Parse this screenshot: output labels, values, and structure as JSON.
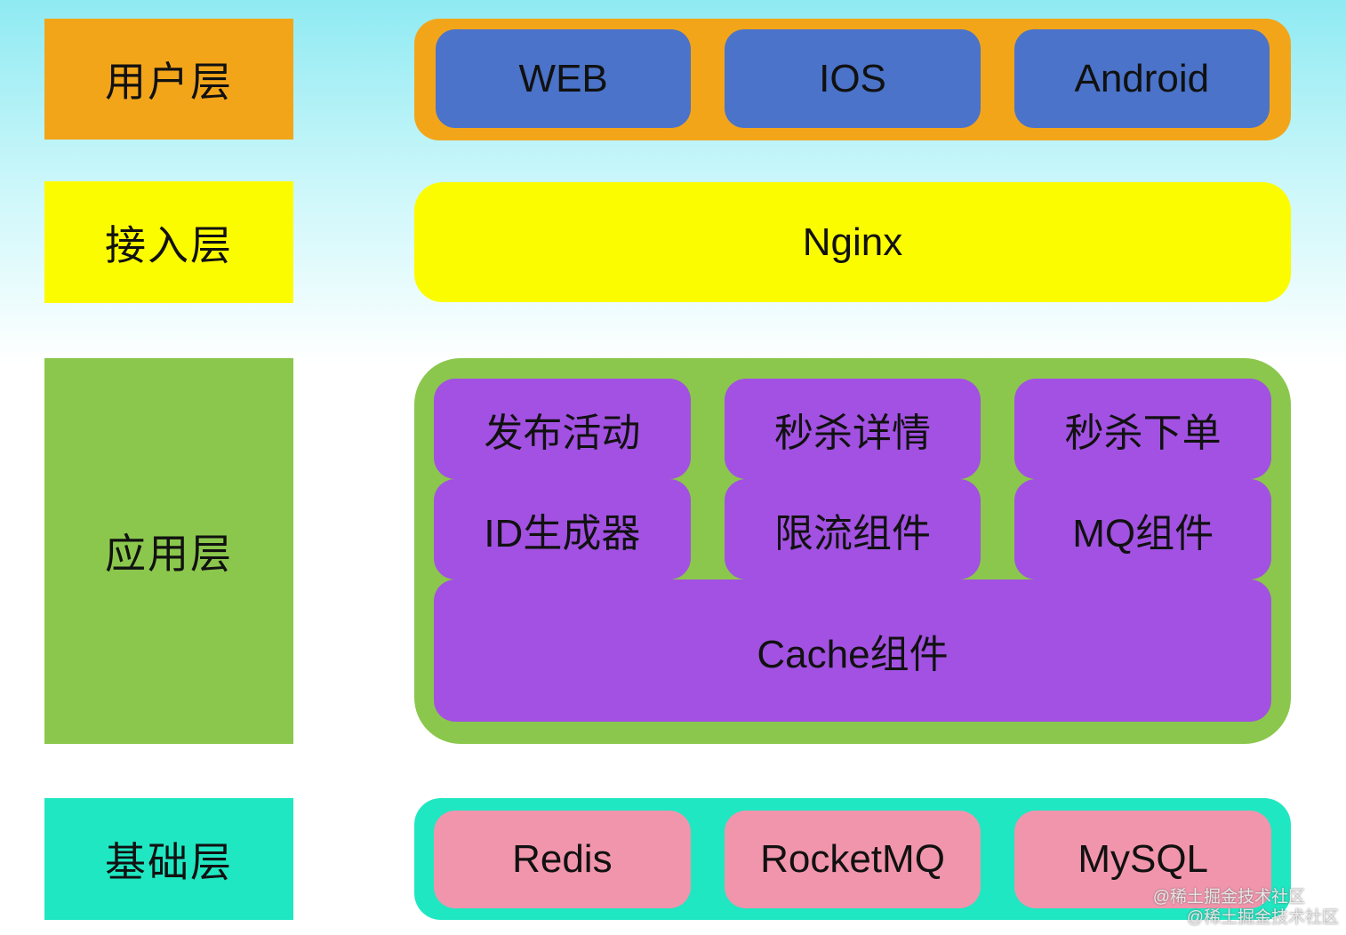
{
  "layers": {
    "user": {
      "label": "用户层",
      "items": [
        "WEB",
        "IOS",
        "Android"
      ]
    },
    "access": {
      "label": "接入层",
      "node": "Nginx"
    },
    "application": {
      "label": "应用层",
      "row1": [
        "发布活动",
        "秒杀详情",
        "秒杀下单"
      ],
      "row2": [
        "ID生成器",
        "限流组件",
        "MQ组件"
      ],
      "cache": "Cache组件"
    },
    "infrastructure": {
      "label": "基础层",
      "items": [
        "Redis",
        "RocketMQ",
        "MySQL"
      ]
    }
  },
  "watermark": {
    "lines": [
      "@稀土掘金技术社区",
      "@稀土掘金技术社区"
    ]
  },
  "colors": {
    "user_accent": "#F3A51A",
    "access_accent": "#FCFC00",
    "app_accent": "#8BC74D",
    "infra_accent": "#1FE7C2",
    "node_blue": "#4A73C9",
    "node_purple": "#A251E2",
    "node_pink": "#F195AC",
    "background_top": "#8FEAF2",
    "text": "#111111"
  }
}
